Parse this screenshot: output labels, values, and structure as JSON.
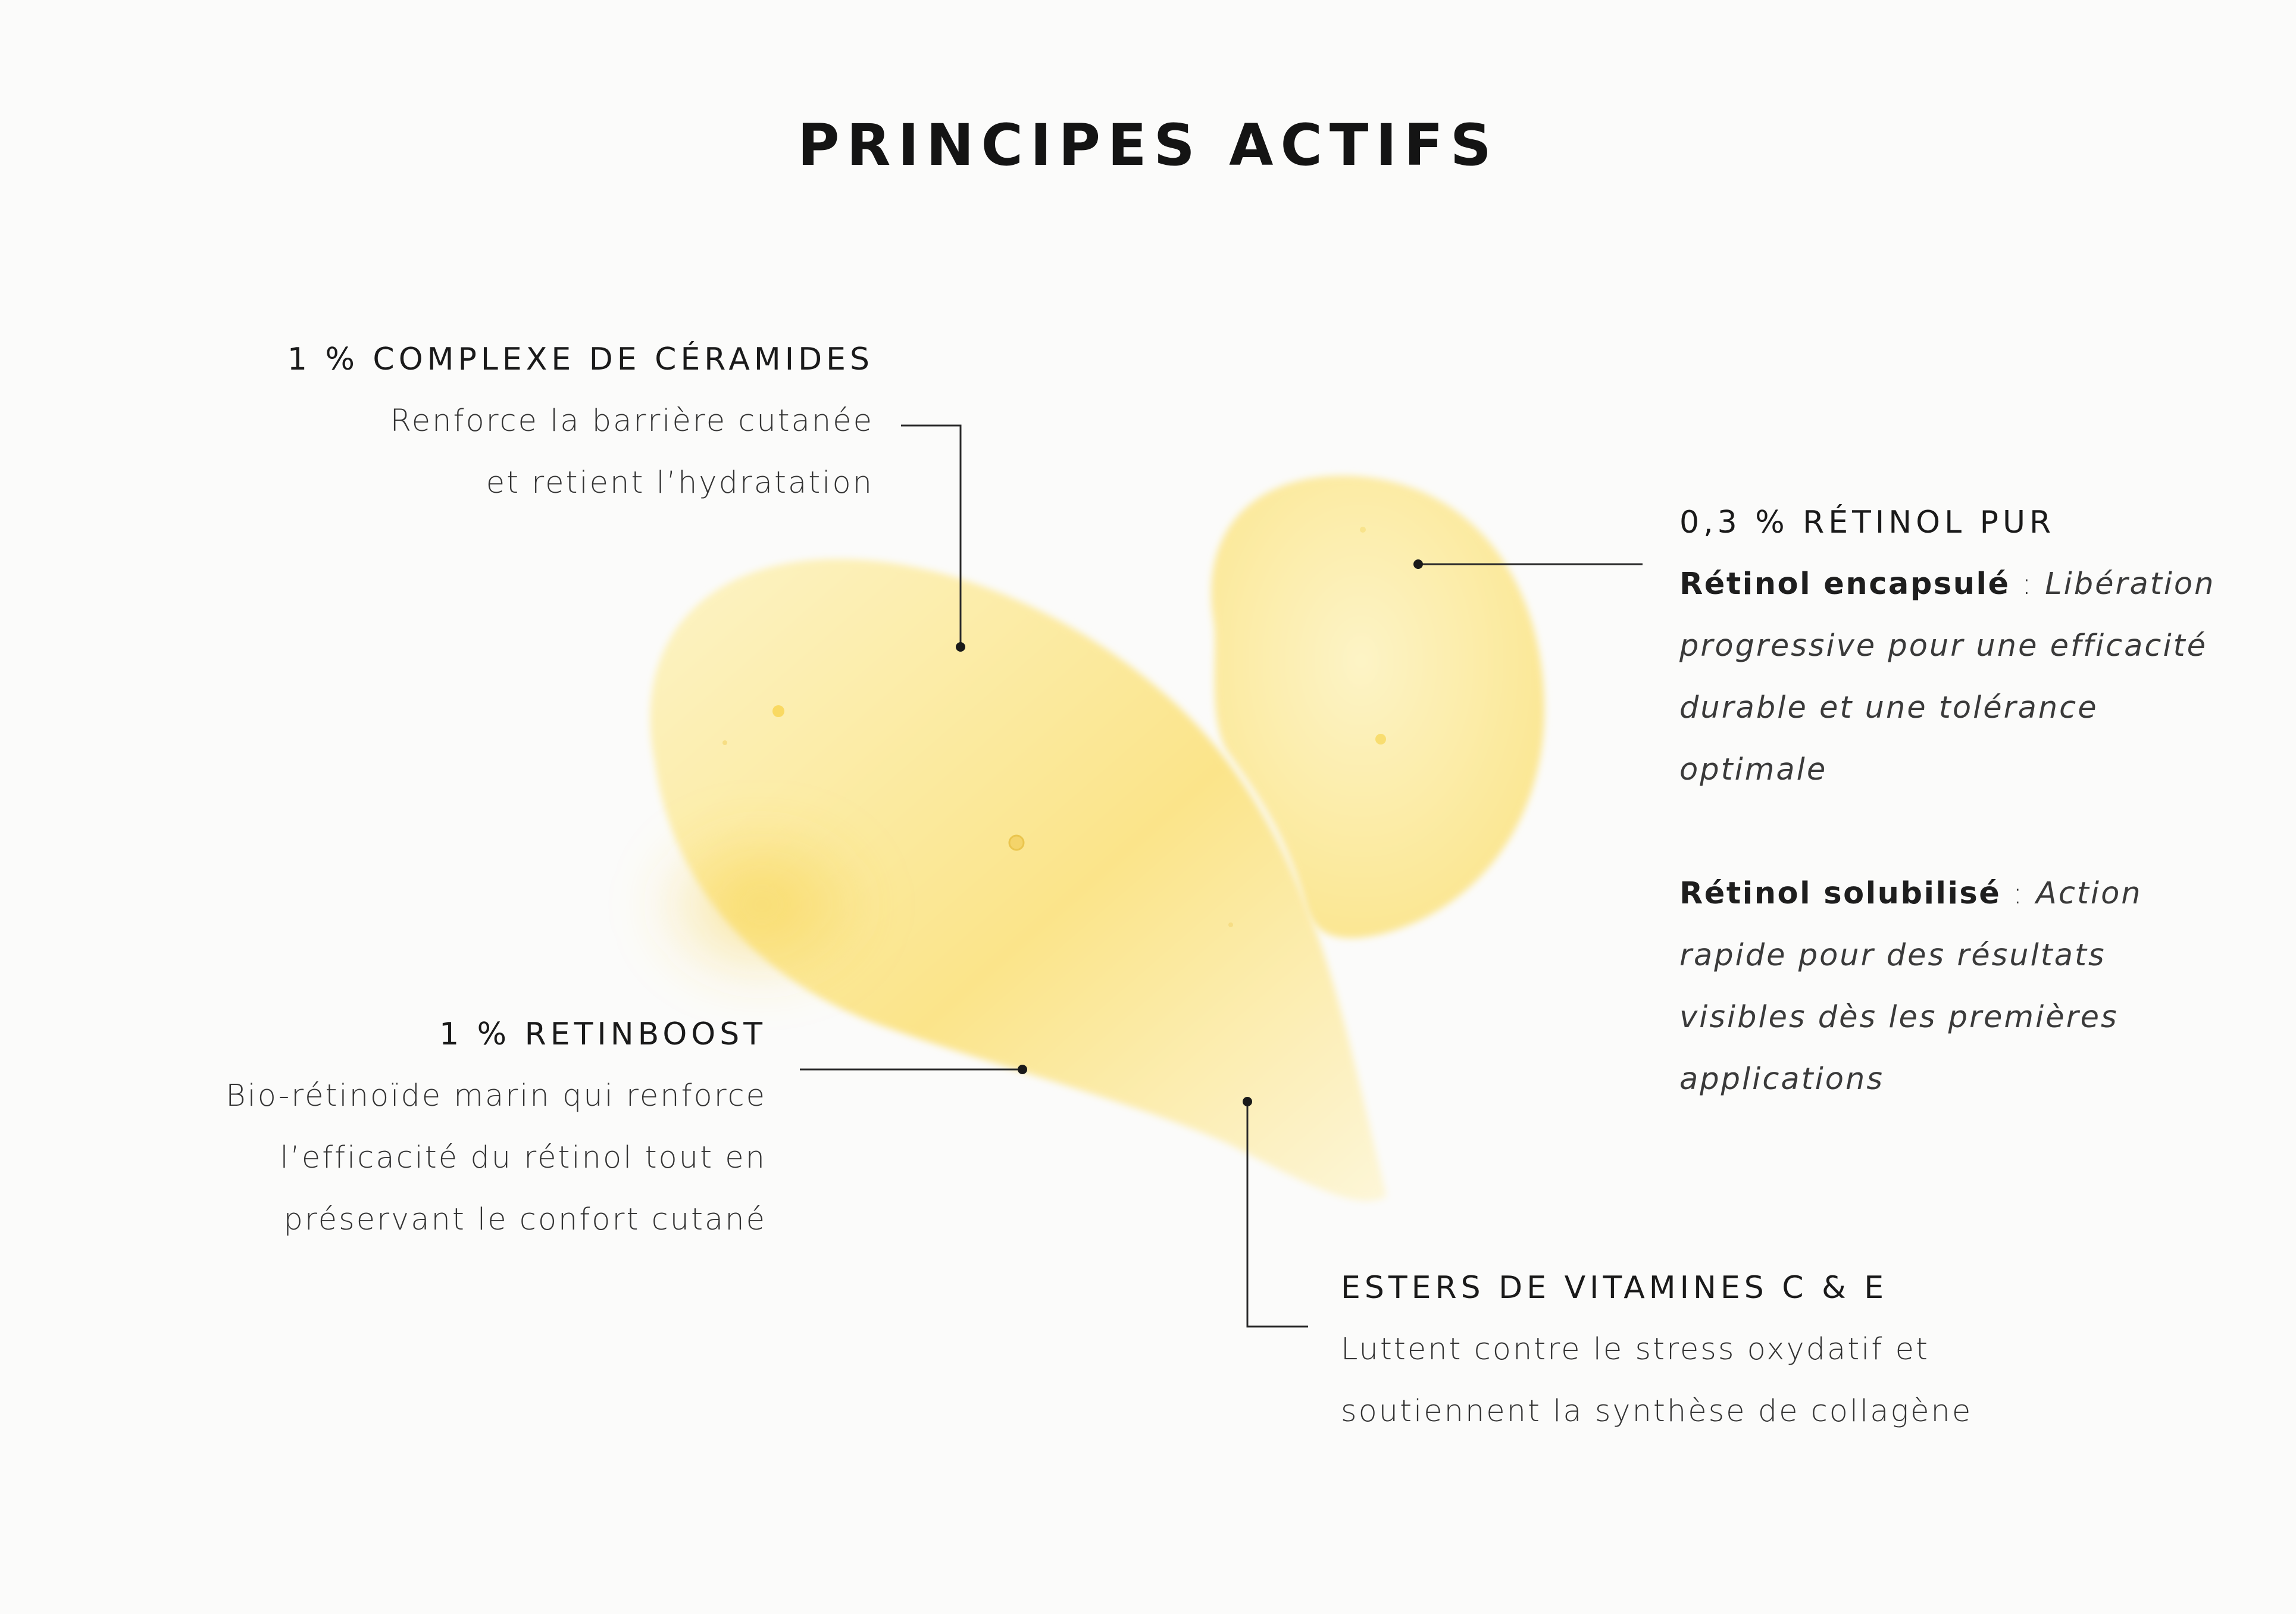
{
  "title": "PRINCIPES ACTIFS",
  "colors": {
    "background": "#fbfbfa",
    "swatch_light": "#fdf4c6",
    "swatch_mid": "#fbe48a",
    "swatch_deep": "#f7cf3e",
    "text": "#1e1e1e"
  },
  "swatch": {
    "icon": "yellow-cream-heart-swatch"
  },
  "ingredients": {
    "ceramides": {
      "heading": "1 % COMPLEXE DE CÉRAMIDES",
      "lines": [
        "Renforce la barrière cutanée",
        "et retient l’hydratation"
      ]
    },
    "retinol": {
      "heading": "0,3 % RÉTINOL PUR",
      "encapsulated": {
        "label": "Rétinol encapsulé",
        "separator": " : ",
        "lines": [
          "Libération",
          "progressive pour une efficacité",
          "durable et une tolérance",
          "optimale"
        ]
      },
      "solubilized": {
        "label": "Rétinol solubilisé",
        "separator": " : ",
        "lines": [
          "Action",
          "rapide pour des résultats",
          "visibles dès les premières",
          "applications"
        ]
      }
    },
    "retinboost": {
      "heading": "1 % RETINBOOST",
      "lines": [
        "Bio-rétinoïde marin qui renforce",
        "l’efficacité du rétinol tout en",
        "préservant le confort cutané"
      ]
    },
    "esters": {
      "heading": "ESTERS DE VITAMINES C & E",
      "lines": [
        "Luttent contre le stress oxydatif et",
        "soutiennent la synthèse de collagène"
      ]
    }
  }
}
